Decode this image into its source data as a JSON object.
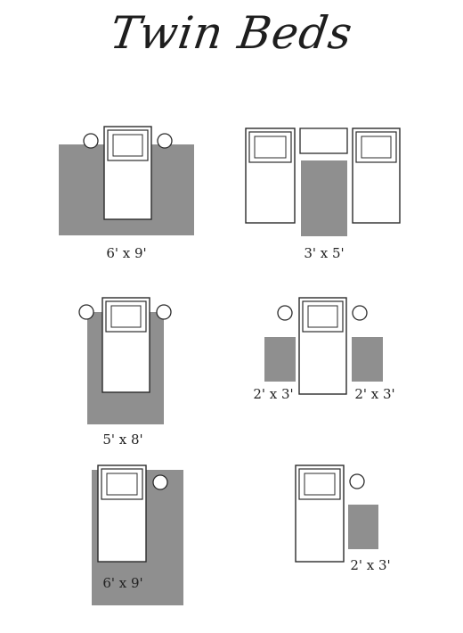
{
  "title": "Twin Beds",
  "layouts": [
    {
      "name": "layout-1",
      "labels": [
        "6' x 9'"
      ]
    },
    {
      "name": "layout-2",
      "labels": [
        "3' x 5'"
      ]
    },
    {
      "name": "layout-3",
      "labels": [
        "5' x 8'"
      ]
    },
    {
      "name": "layout-4",
      "labels": [
        "2' x 3'",
        "2' x 3'"
      ]
    },
    {
      "name": "layout-5",
      "labels": [
        "6' x 9'"
      ]
    },
    {
      "name": "layout-6",
      "labels": [
        "2' x 3'"
      ]
    }
  ],
  "colors": {
    "rug": "#8f8f8f",
    "line": "#2b2b2b",
    "background": "#ffffff"
  }
}
